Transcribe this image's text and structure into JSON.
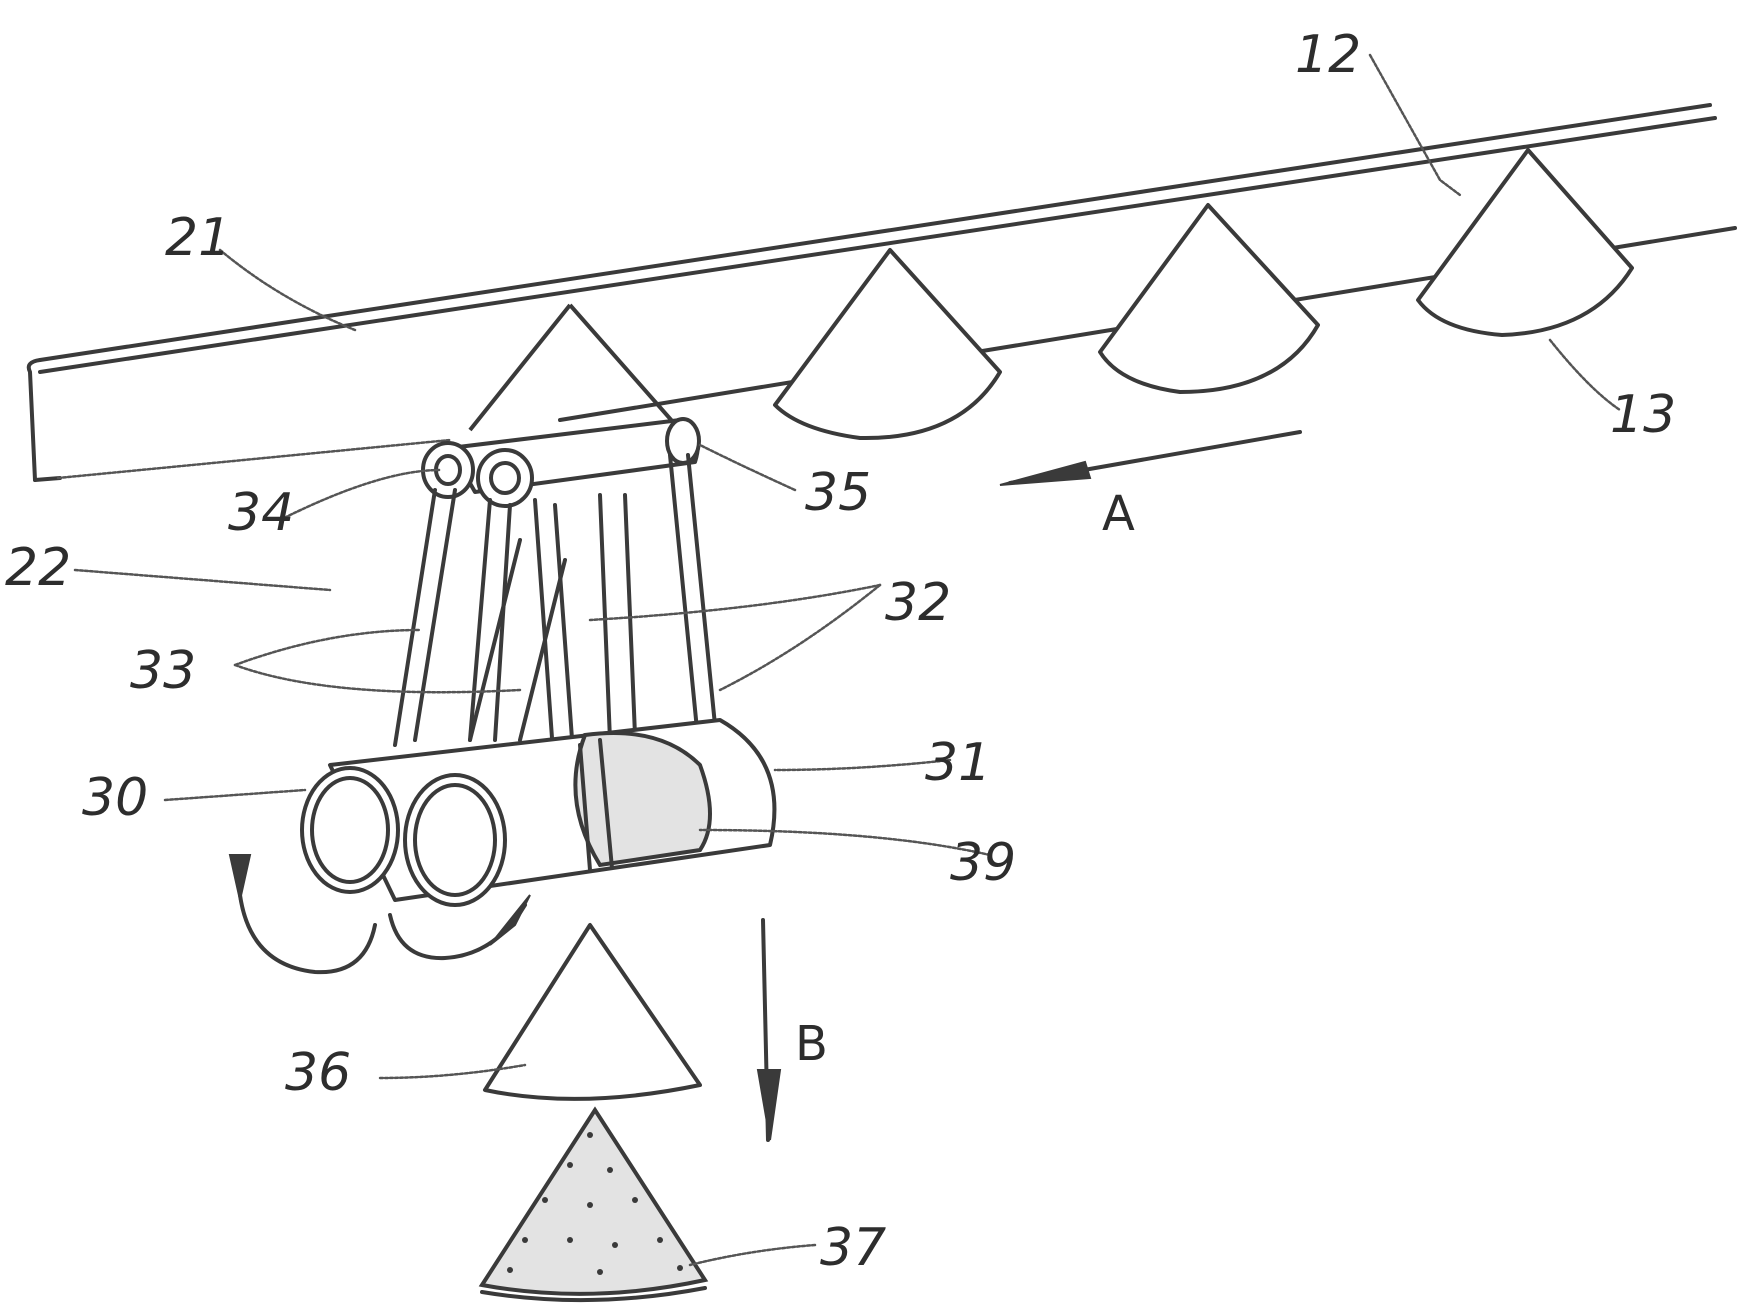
{
  "figure": {
    "labels": {
      "l12": "12",
      "l13": "13",
      "l21": "21",
      "l22": "22",
      "l30": "30",
      "l31": "31",
      "l32": "32",
      "l33": "33",
      "l34": "34",
      "l35": "35",
      "l36": "36",
      "l37": "37",
      "l39": "39"
    },
    "arrows": {
      "a": "A",
      "b": "B"
    },
    "colors": {
      "ink": "#3a3a3a",
      "paper": "#ffffff"
    }
  }
}
